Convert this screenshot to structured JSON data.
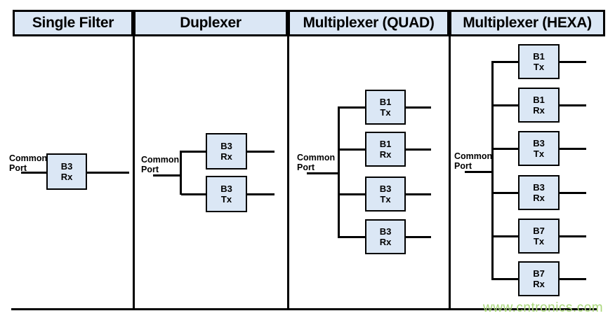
{
  "columns": [
    {
      "label": "Single Filter",
      "common_port": "Common Port",
      "boxes": [
        {
          "band": "B3",
          "path": "Rx"
        }
      ]
    },
    {
      "label": "Duplexer",
      "common_port": "Common Port",
      "boxes": [
        {
          "band": "B3",
          "path": "Rx"
        },
        {
          "band": "B3",
          "path": "Tx"
        }
      ]
    },
    {
      "label": "Multiplexer (QUAD)",
      "common_port": "Common Port",
      "boxes": [
        {
          "band": "B1",
          "path": "Tx"
        },
        {
          "band": "B1",
          "path": "Rx"
        },
        {
          "band": "B3",
          "path": "Tx"
        },
        {
          "band": "B3",
          "path": "Rx"
        }
      ]
    },
    {
      "label": "Multiplexer (HEXA)",
      "common_port": "Common Port",
      "boxes": [
        {
          "band": "B1",
          "path": "Tx"
        },
        {
          "band": "B1",
          "path": "Rx"
        },
        {
          "band": "B3",
          "path": "Tx"
        },
        {
          "band": "B3",
          "path": "Rx"
        },
        {
          "band": "B7",
          "path": "Tx"
        },
        {
          "band": "B7",
          "path": "Rx"
        }
      ]
    }
  ],
  "watermark": {
    "text": "www.cntronics.com"
  },
  "colors": {
    "cell-fill": "#dbe7f5",
    "line": "#000000",
    "text": "#000000",
    "watermark": "#a9d77a"
  }
}
